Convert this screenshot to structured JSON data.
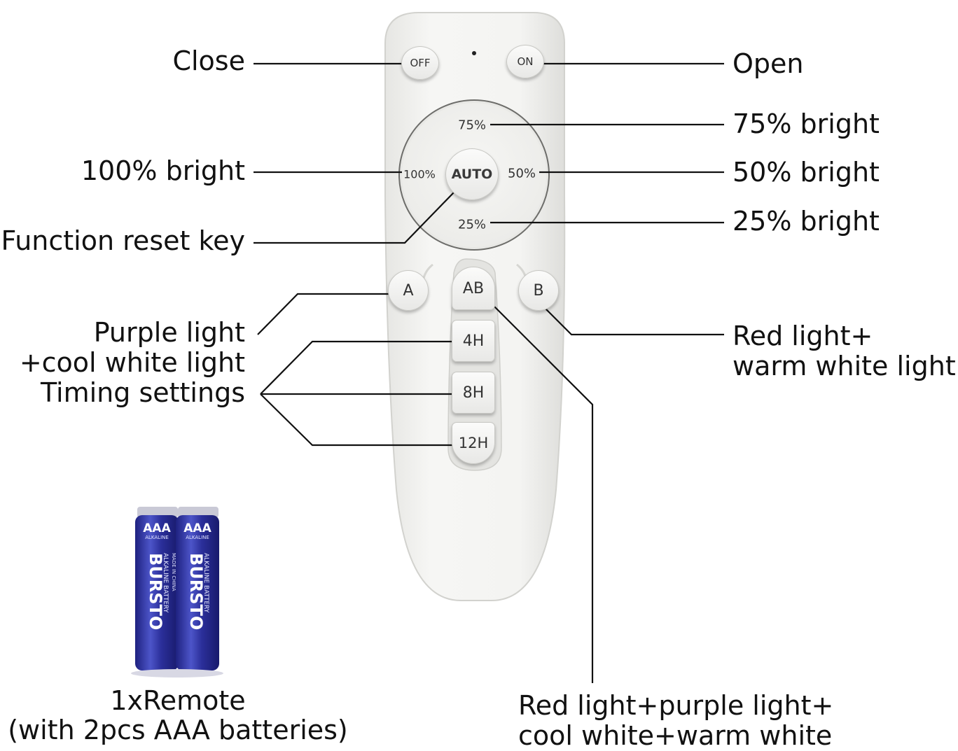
{
  "remote": {
    "buttons": {
      "off": "OFF",
      "on": "ON",
      "auto": "AUTO",
      "p75": "75%",
      "p100": "100%",
      "p50": "50%",
      "p25": "25%",
      "a": "A",
      "ab": "AB",
      "b": "B",
      "h4": "4H",
      "h8": "8H",
      "h12": "12H"
    }
  },
  "callouts": {
    "close": "Close",
    "open": "Open",
    "bright75": "75% bright",
    "bright100": "100% bright",
    "bright50": "50% bright",
    "bright25": "25% bright",
    "reset": "Function reset key",
    "purple_line1": "Purple light",
    "purple_line2": "+cool white light",
    "timing": "Timing settings",
    "red_line1": "Red light+",
    "red_line2": "warm white light",
    "all_line1": "Red light+purple light+",
    "all_line2": "cool white+warm white",
    "package_line1": "1xRemote",
    "package_line2": "(with 2pcs AAA batteries)"
  },
  "batteries": {
    "size": "AAA",
    "type": "ALKALINE",
    "brand": "BURSTO",
    "battery_text": "ALKALINE BATTERY",
    "made_in": "MADE IN CHINA",
    "colors": {
      "body": "#2b2f9a",
      "highlight": "#5a63d6",
      "terminal": "#c9c9d6"
    }
  },
  "colors": {
    "remote_body": "#f1f1ef",
    "remote_edge": "#d5d5d2",
    "leader_line": "#111111"
  }
}
